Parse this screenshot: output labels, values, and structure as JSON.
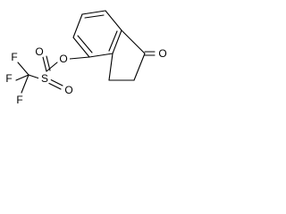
{
  "molecule": {
    "atoms": {
      "F1": "F",
      "F2": "F",
      "F3": "F",
      "S": "S",
      "O_sulfonyl_top": "O",
      "O_sulfonyl_bottom": "O",
      "O_ester": "O",
      "O_ketone": "O"
    }
  }
}
